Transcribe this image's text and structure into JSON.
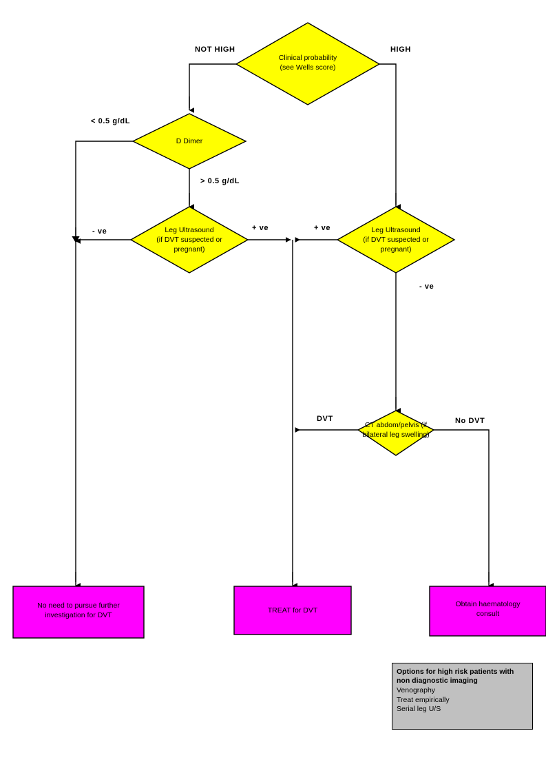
{
  "diagram": {
    "title": "DVT diagnostic pathway flowchart",
    "colors": {
      "decision_fill": "#ffff00",
      "terminal_fill": "#ff00ff",
      "note_fill": "#c0c0c0",
      "stroke": "#000000",
      "background": "#ffffff"
    },
    "decisions": [
      {
        "id": "clinical-probability",
        "label": "Clinical probability\n(see Wells score)"
      },
      {
        "id": "d-dimer",
        "label": "D Dimer"
      },
      {
        "id": "leg-ultrasound-left",
        "label": "Leg Ultrasound\n(if DVT suspected or\npregnant)"
      },
      {
        "id": "leg-ultrasound-right",
        "label": "Leg Ultrasound\n(if DVT suspected or\npregnant)"
      },
      {
        "id": "ct-abdomen-pelvis",
        "label": "CT abdom/pelvis (if\nbilateral leg swelling)"
      }
    ],
    "terminals": [
      {
        "id": "no-further-investigation",
        "label": "No need to pursue further\ninvestigation for DVT"
      },
      {
        "id": "treat-for-dvt",
        "label": "TREAT for DVT"
      },
      {
        "id": "haematology-consult",
        "label": "Obtain haematology\nconsult"
      }
    ],
    "edge_labels": [
      {
        "id": "not-high",
        "text": "NOT HIGH"
      },
      {
        "id": "high",
        "text": "HIGH"
      },
      {
        "id": "d-dimer-low",
        "text": "< 0.5  g/dL"
      },
      {
        "id": "d-dimer-high",
        "text": "> 0.5  g/dL"
      },
      {
        "id": "left-us-negative",
        "text": "- ve"
      },
      {
        "id": "left-us-positive",
        "text": "+ ve"
      },
      {
        "id": "right-us-positive",
        "text": "+ ve"
      },
      {
        "id": "right-us-negative",
        "text": "- ve"
      },
      {
        "id": "ct-dvt",
        "text": "DVT"
      },
      {
        "id": "ct-no-dvt",
        "text": "No DVT"
      }
    ],
    "note": {
      "title": "Options for high risk patients with non diagnostic imaging",
      "items": [
        "Venography",
        "Treat empirically",
        "Serial leg U/S"
      ]
    }
  }
}
